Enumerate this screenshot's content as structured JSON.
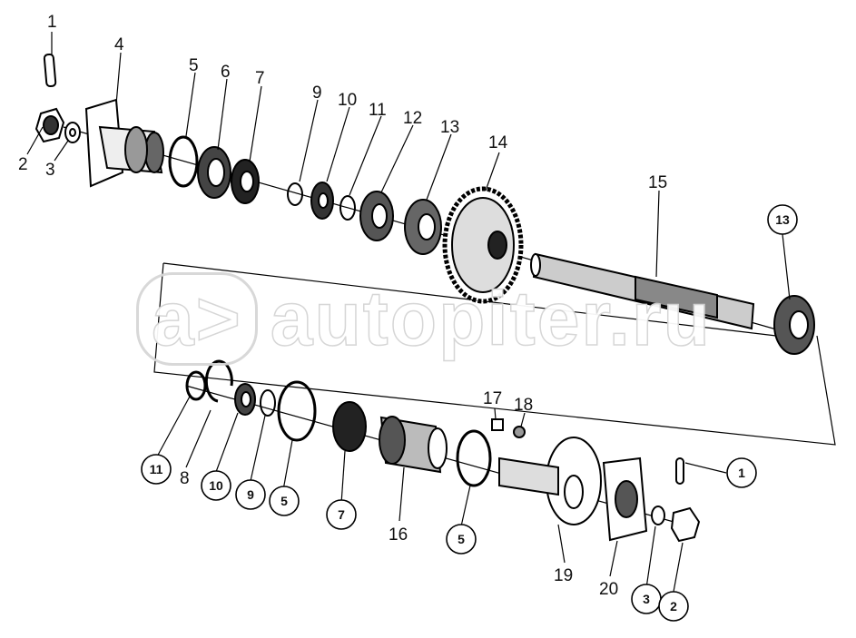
{
  "watermark": {
    "badge": "a>",
    "text": "autopiter.ru"
  },
  "labels_top": [
    {
      "id": "t1",
      "text": "1"
    },
    {
      "id": "t2",
      "text": "2"
    },
    {
      "id": "t3",
      "text": "3"
    },
    {
      "id": "t4",
      "text": "4"
    },
    {
      "id": "t5",
      "text": "5"
    },
    {
      "id": "t6",
      "text": "6"
    },
    {
      "id": "t7",
      "text": "7"
    },
    {
      "id": "t9",
      "text": "9"
    },
    {
      "id": "t10",
      "text": "10"
    },
    {
      "id": "t11",
      "text": "11"
    },
    {
      "id": "t12",
      "text": "12"
    },
    {
      "id": "t13",
      "text": "13"
    },
    {
      "id": "t14",
      "text": "14"
    },
    {
      "id": "t15",
      "text": "15"
    }
  ],
  "labels_bottom": [
    {
      "id": "b8",
      "text": "8"
    },
    {
      "id": "b16",
      "text": "16"
    },
    {
      "id": "b17",
      "text": "17"
    },
    {
      "id": "b18",
      "text": "18"
    },
    {
      "id": "b19",
      "text": "19"
    },
    {
      "id": "b20",
      "text": "20"
    }
  ],
  "circled_labels": [
    {
      "id": "c13",
      "text": "13"
    },
    {
      "id": "c11",
      "text": "11"
    },
    {
      "id": "c10",
      "text": "10"
    },
    {
      "id": "c9",
      "text": "9"
    },
    {
      "id": "c5a",
      "text": "5"
    },
    {
      "id": "c7",
      "text": "7"
    },
    {
      "id": "c5b",
      "text": "5"
    },
    {
      "id": "c1",
      "text": "1"
    },
    {
      "id": "c3",
      "text": "3"
    },
    {
      "id": "c2",
      "text": "2"
    }
  ]
}
